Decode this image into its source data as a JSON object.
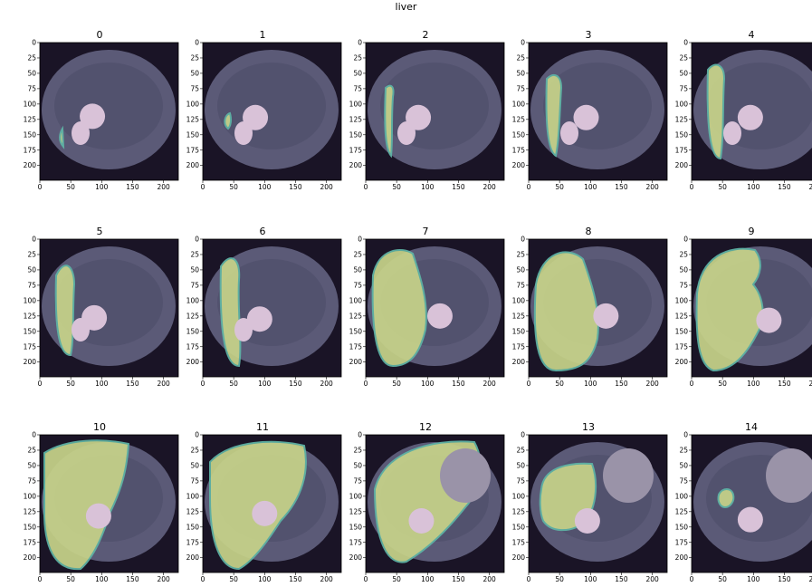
{
  "figure": {
    "title": "liver"
  },
  "axis_ticks": {
    "x": [
      "0",
      "50",
      "100",
      "150",
      "200"
    ],
    "y": [
      "0",
      "25",
      "50",
      "75",
      "100",
      "125",
      "150",
      "175",
      "200"
    ]
  },
  "colors": {
    "background": "#1a1426",
    "tissue": "#5b5a77",
    "bright_structure": "#d9c2d8",
    "liver_overlay": "#c8d48a",
    "overlay_edge": "#5fb5a6"
  },
  "panels": [
    {
      "title": "0"
    },
    {
      "title": "1"
    },
    {
      "title": "2"
    },
    {
      "title": "3"
    },
    {
      "title": "4"
    },
    {
      "title": "5"
    },
    {
      "title": "6"
    },
    {
      "title": "7"
    },
    {
      "title": "8"
    },
    {
      "title": "9"
    },
    {
      "title": "10"
    },
    {
      "title": "11"
    },
    {
      "title": "12"
    },
    {
      "title": "13"
    },
    {
      "title": "14"
    }
  ]
}
